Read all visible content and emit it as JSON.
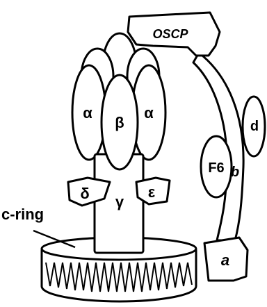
{
  "diagram": {
    "labels": {
      "oscp": "OSCP",
      "alpha_left": "α",
      "beta": "β",
      "alpha_right": "α",
      "delta": "δ",
      "gamma": "γ",
      "epsilon": "ε",
      "c_ring": "c-ring",
      "f6": "F6",
      "b": "b",
      "d": "d",
      "a": "a"
    },
    "colors": {
      "stroke": "#000000",
      "fill": "#ffffff"
    }
  }
}
